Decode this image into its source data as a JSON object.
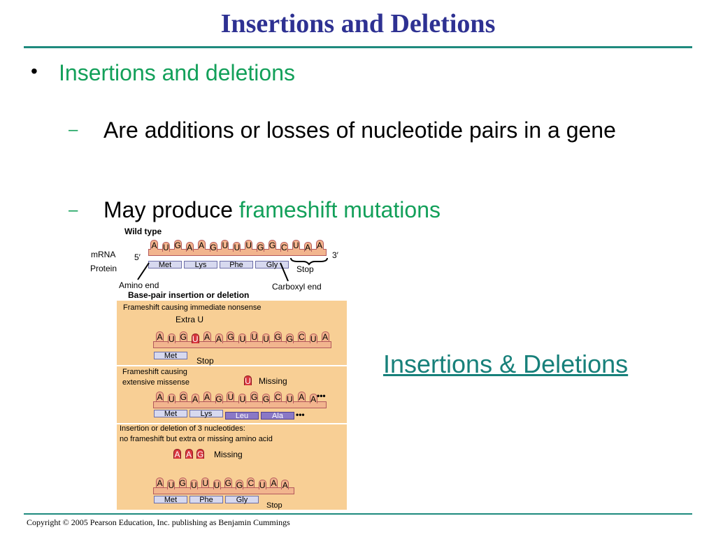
{
  "slide": {
    "title": "Insertions and Deletions",
    "bullet": "Insertions and deletions",
    "sub1": "Are additions or losses of nucleotide pairs in a gene",
    "sub2_prefix": "May produce",
    "sub2_highlight": "frameshift mutations",
    "dash": "–",
    "bullet_symbol": "•",
    "link": "Insertions & Deletions",
    "copyright": "Copyright © 2005 Pearson Education, Inc. publishing as Benjamin Cummings"
  },
  "figure": {
    "wild_type": {
      "heading": "Wild type",
      "mrna_label": "mRNA",
      "protein_label": "Protein",
      "five_prime": "5′",
      "three_prime": "3′",
      "bases": [
        "A",
        "U",
        "G",
        "A",
        "A",
        "G",
        "U",
        "U",
        "U",
        "G",
        "G",
        "C",
        "U",
        "A",
        "A"
      ],
      "amino_acids": [
        "Met",
        "Lys",
        "Phe",
        "Gly"
      ],
      "stop": "Stop",
      "amino_end": "Amino end",
      "carboxyl_end": "Carboxyl end"
    },
    "section_heading": "Base-pair insertion or deletion",
    "panel1": {
      "caption": "Frameshift causing immediate nonsense",
      "extra_label": "Extra U",
      "bases": [
        "A",
        "U",
        "G",
        "U",
        "A",
        "A",
        "G",
        "U",
        "U",
        "U",
        "G",
        "G",
        "C",
        "U",
        "A"
      ],
      "highlight_index": 3,
      "amino_acids": [
        "Met"
      ],
      "stop": "Stop"
    },
    "panel2": {
      "caption_line1": "Frameshift causing",
      "caption_line2": "extensive missense",
      "missing_base": "U",
      "missing_label": "Missing",
      "bases": [
        "A",
        "U",
        "G",
        "A",
        "A",
        "G",
        "U",
        "U",
        "G",
        "G",
        "C",
        "U",
        "A",
        "A"
      ],
      "amino_acids": [
        "Met",
        "Lys",
        "Leu",
        "Ala"
      ],
      "ellipsis": "•••"
    },
    "panel3": {
      "caption_line1": "Insertion or deletion of 3 nucleotides:",
      "caption_line2": "no frameshift but extra or missing amino acid",
      "missing_bases": [
        "A",
        "A",
        "G"
      ],
      "missing_label": "Missing",
      "bases": [
        "A",
        "U",
        "G",
        "U",
        "U",
        "U",
        "G",
        "G",
        "C",
        "U",
        "A",
        "A"
      ],
      "amino_acids": [
        "Met",
        "Phe",
        "Gly"
      ],
      "stop": "Stop"
    },
    "colors": {
      "panel": "#f8cf95",
      "mrna": "#f2b58e",
      "mutation_red": "#d9363e",
      "amino_acid": "#d7d9ef",
      "missense": "#8a78c6"
    }
  }
}
